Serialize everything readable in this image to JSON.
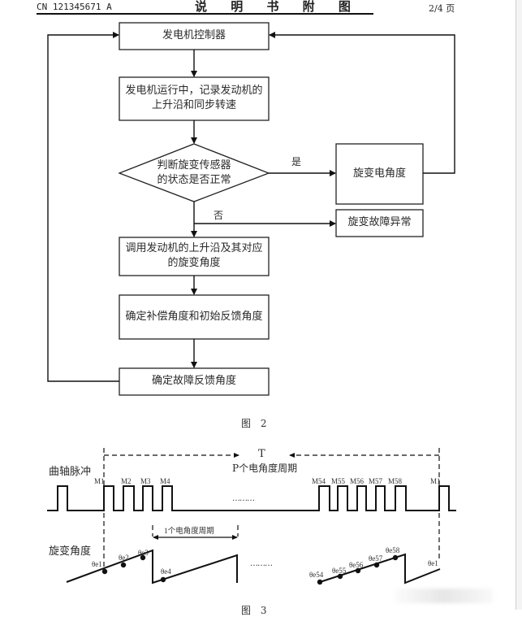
{
  "header": {
    "doc_number": "CN 121345671 A",
    "title": "说 明 书 附 图",
    "page": "2/4 页"
  },
  "flowchart": {
    "caption": "图 2",
    "nodes": {
      "controller": "发电机控制器",
      "record_line1": "发电机运行中，记录发动机的",
      "record_line2": "上升沿和同步转速",
      "decision_line1": "判断旋变传感器",
      "decision_line2": "的状态是否正常",
      "resolver_angle": "旋变电角度",
      "resolver_fault": "旋变故障异常",
      "call_line1": "调用发动机的上升沿及其对应",
      "call_line2": "的旋变角度",
      "compensate": "确定补偿角度和初始反馈角度",
      "fault_feedback": "确定故障反馈角度"
    },
    "edge_labels": {
      "yes": "是",
      "no": "否"
    }
  },
  "timing": {
    "caption": "图 3",
    "crank_label": "曲轴脉冲",
    "resolver_label": "旋变角度",
    "period_symbol": "T",
    "period_desc": "P个电角度周期",
    "one_period": "1个电角度周期",
    "ellipsis": "………",
    "pulse_labels_left": [
      "M1",
      "M2",
      "M3",
      "M4"
    ],
    "pulse_labels_right": [
      "M54",
      "M55",
      "M56",
      "M57",
      "M58"
    ],
    "pulse_label_end": "M1",
    "angle_labels_left": [
      "θe1",
      "θe2",
      "θe3",
      "θe4"
    ],
    "angle_labels_right": [
      "θe54",
      "θe55",
      "θe56",
      "θe57",
      "θe58"
    ],
    "angle_label_end": "θe1"
  }
}
